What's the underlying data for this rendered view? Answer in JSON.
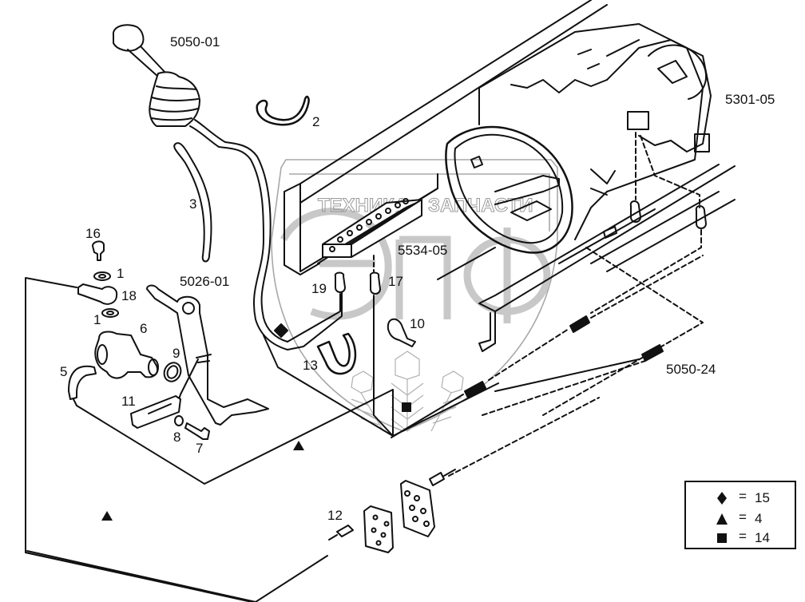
{
  "diagram": {
    "type": "exploded-parts-diagram",
    "subject": "transmission gear shift and clutch control assembly",
    "watermark": {
      "text_left": "ТЕХНИКА",
      "text_right": "ЗАПЧАСТИ",
      "logo_letters": "ЭПФ"
    },
    "assembly_labels": [
      {
        "id": "5050-01",
        "text": "5050-01",
        "refers_to": "gear shift lever with boot"
      },
      {
        "id": "5301-05",
        "text": "5301-05",
        "refers_to": "transmission (gearbox)"
      },
      {
        "id": "5534-05",
        "text": "5534-05",
        "refers_to": "connector block"
      },
      {
        "id": "5026-01",
        "text": "5026-01",
        "refers_to": "clutch pedal"
      },
      {
        "id": "5050-24",
        "text": "5050-24",
        "refers_to": "line couplings"
      }
    ],
    "part_numbers": [
      {
        "text": "1",
        "refers_to": "washer (upper)"
      },
      {
        "text": "1",
        "refers_to": "washer (lower)"
      },
      {
        "text": "2",
        "refers_to": "hose clamp"
      },
      {
        "text": "3",
        "refers_to": "hose"
      },
      {
        "text": "5",
        "refers_to": "elbow fitting"
      },
      {
        "text": "6",
        "refers_to": "master cylinder"
      },
      {
        "text": "7",
        "refers_to": "bolt"
      },
      {
        "text": "8",
        "refers_to": "washer"
      },
      {
        "text": "9",
        "refers_to": "seal ring"
      },
      {
        "text": "10",
        "refers_to": "clip"
      },
      {
        "text": "11",
        "refers_to": "bracket"
      },
      {
        "text": "12",
        "refers_to": "fitting"
      },
      {
        "text": "13",
        "refers_to": "cable tie"
      },
      {
        "text": "16",
        "refers_to": "banjo bolt"
      },
      {
        "text": "17",
        "refers_to": "connector"
      },
      {
        "text": "18",
        "refers_to": "banjo fitting"
      },
      {
        "text": "19",
        "refers_to": "connector"
      }
    ],
    "legend": {
      "items": [
        {
          "symbol": "diamond",
          "separator": "=",
          "value": "15"
        },
        {
          "symbol": "triangle",
          "separator": "=",
          "value": "4"
        },
        {
          "symbol": "square",
          "separator": "=",
          "value": "14"
        }
      ]
    },
    "colors": {
      "ink": "#111111",
      "watermark": "#9a9a9a",
      "background": "#ffffff"
    }
  }
}
